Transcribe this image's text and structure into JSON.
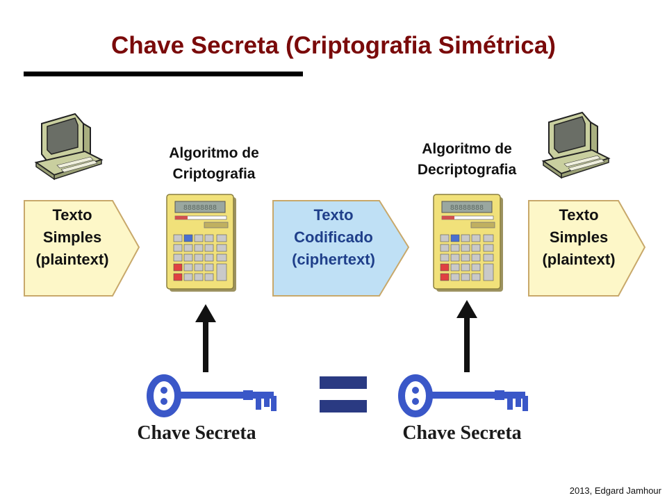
{
  "title": "Chave Secreta (Criptografia Simétrica)",
  "left_box": {
    "line1": "Texto",
    "line2": "Simples",
    "line3": "(plaintext)"
  },
  "encrypt_label": {
    "line1": "Algoritmo de",
    "line2": "Criptografia"
  },
  "middle_box": {
    "line1": "Texto",
    "line2": "Codificado",
    "line3": "(ciphertext)"
  },
  "decrypt_label": {
    "line1": "Algoritmo de",
    "line2": "Decriptografia"
  },
  "right_box": {
    "line1": "Texto",
    "line2": "Simples",
    "line3": "(plaintext)"
  },
  "key_left_label": "Chave Secreta",
  "key_right_label": "Chave Secreta",
  "footer": "2013, Edgard Jamhour",
  "colors": {
    "title": "#7a0a0a",
    "plain_box_fill": "#fdf7c8",
    "plain_box_stroke": "#c8a86a",
    "cipher_box_fill": "#bfe0f5",
    "cipher_box_stroke": "#c8a86a",
    "cipher_text": "#1f3f8a",
    "key": "#3a57c8",
    "calculator": "#f1e17a"
  }
}
